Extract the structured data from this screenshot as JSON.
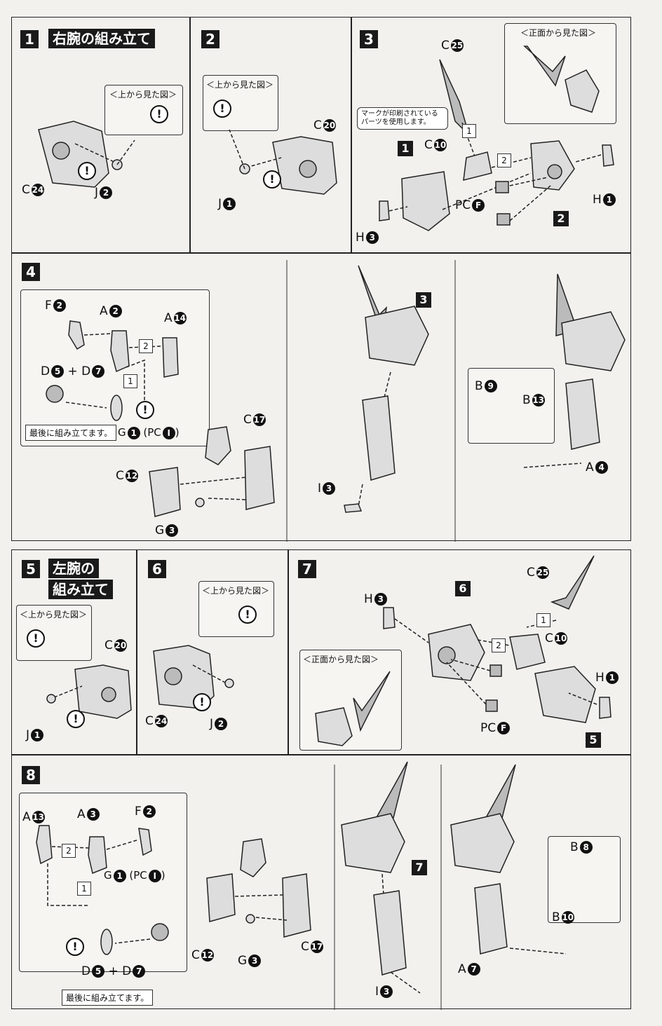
{
  "step1": {
    "num": "1",
    "title": "右腕の組み立て",
    "view_top": "＜上から見た図＞",
    "parts": [
      {
        "letter": "C",
        "num": "24"
      },
      {
        "letter": "J",
        "num": "2"
      }
    ]
  },
  "step2": {
    "num": "2",
    "view_top": "＜上から見た図＞",
    "parts": [
      {
        "letter": "C",
        "num": "20"
      },
      {
        "letter": "J",
        "num": "1"
      }
    ]
  },
  "step3": {
    "num": "3",
    "view_front": "＜正面から見た図＞",
    "mark_note": "マークが印刷されている パーツを使用します。",
    "parts": [
      {
        "letter": "C",
        "num": "25"
      },
      {
        "letter": "C",
        "num": "10"
      },
      {
        "letter": "PC",
        "num": "F"
      },
      {
        "letter": "H",
        "num": "1"
      },
      {
        "letter": "H",
        "num": "3"
      }
    ],
    "ref1": "1",
    "ref2": "2",
    "box1": "1",
    "box2": "2"
  },
  "step4": {
    "num": "4",
    "final_note": "最後に組み立てます。",
    "g_label": "G",
    "g_num": "1",
    "pc_label": "PC",
    "pc_num": "I",
    "parts": [
      {
        "letter": "F",
        "num": "2"
      },
      {
        "letter": "A",
        "num": "2"
      },
      {
        "letter": "A",
        "num": "14"
      },
      {
        "letter": "D",
        "num": "5"
      },
      {
        "letter": "D",
        "num": "7"
      },
      {
        "letter": "C",
        "num": "17"
      },
      {
        "letter": "C",
        "num": "12"
      },
      {
        "letter": "G",
        "num": "3"
      },
      {
        "letter": "I",
        "num": "3"
      },
      {
        "letter": "B",
        "num": "9"
      },
      {
        "letter": "B",
        "num": "13"
      },
      {
        "letter": "A",
        "num": "4"
      }
    ],
    "ref3": "3",
    "box1": "1",
    "box2": "2"
  },
  "step5": {
    "num": "5",
    "title_line1": "左腕の",
    "title_line2": "組み立て",
    "view_top": "＜上から見た図＞",
    "parts": [
      {
        "letter": "C",
        "num": "20"
      },
      {
        "letter": "J",
        "num": "1"
      }
    ]
  },
  "step6": {
    "num": "6",
    "view_top": "＜上から見た図＞",
    "parts": [
      {
        "letter": "C",
        "num": "24"
      },
      {
        "letter": "J",
        "num": "2"
      }
    ]
  },
  "step7": {
    "num": "7",
    "view_front": "＜正面から見た図＞",
    "parts": [
      {
        "letter": "C",
        "num": "25"
      },
      {
        "letter": "H",
        "num": "3"
      },
      {
        "letter": "C",
        "num": "10"
      },
      {
        "letter": "H",
        "num": "1"
      },
      {
        "letter": "PC",
        "num": "F"
      }
    ],
    "ref6": "6",
    "ref5": "5",
    "box1": "1",
    "box2": "2"
  },
  "step8": {
    "num": "8",
    "final_note": "最後に組み立てます。",
    "g_label": "G",
    "g_num": "1",
    "pc_label": "PC",
    "pc_num": "I",
    "parts": [
      {
        "letter": "A",
        "num": "13"
      },
      {
        "letter": "A",
        "num": "3"
      },
      {
        "letter": "F",
        "num": "2"
      },
      {
        "letter": "D",
        "num": "5"
      },
      {
        "letter": "D",
        "num": "7"
      },
      {
        "letter": "C",
        "num": "12"
      },
      {
        "letter": "G",
        "num": "3"
      },
      {
        "letter": "C",
        "num": "17"
      },
      {
        "letter": "I",
        "num": "3"
      },
      {
        "letter": "B",
        "num": "8"
      },
      {
        "letter": "B",
        "num": "10"
      },
      {
        "letter": "A",
        "num": "7"
      }
    ],
    "ref7": "7",
    "box1": "1",
    "box2": "2"
  }
}
